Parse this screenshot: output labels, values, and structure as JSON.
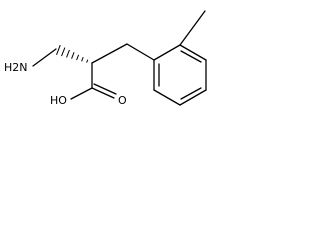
{
  "molecule": {
    "atoms": {
      "amine": {
        "element": "N",
        "label": "H2N"
      },
      "hydroxyl": {
        "element": "O",
        "label": "HO"
      },
      "carbonyl_oxygen": {
        "element": "O",
        "label": "O"
      }
    },
    "stereo": {
      "center": "alpha-carbon",
      "bond_style": "hashed-wedge",
      "toward": "aminomethyl"
    },
    "substituents": [
      "aminomethyl",
      "carboxylic-acid",
      "2-methylbenzyl"
    ]
  }
}
